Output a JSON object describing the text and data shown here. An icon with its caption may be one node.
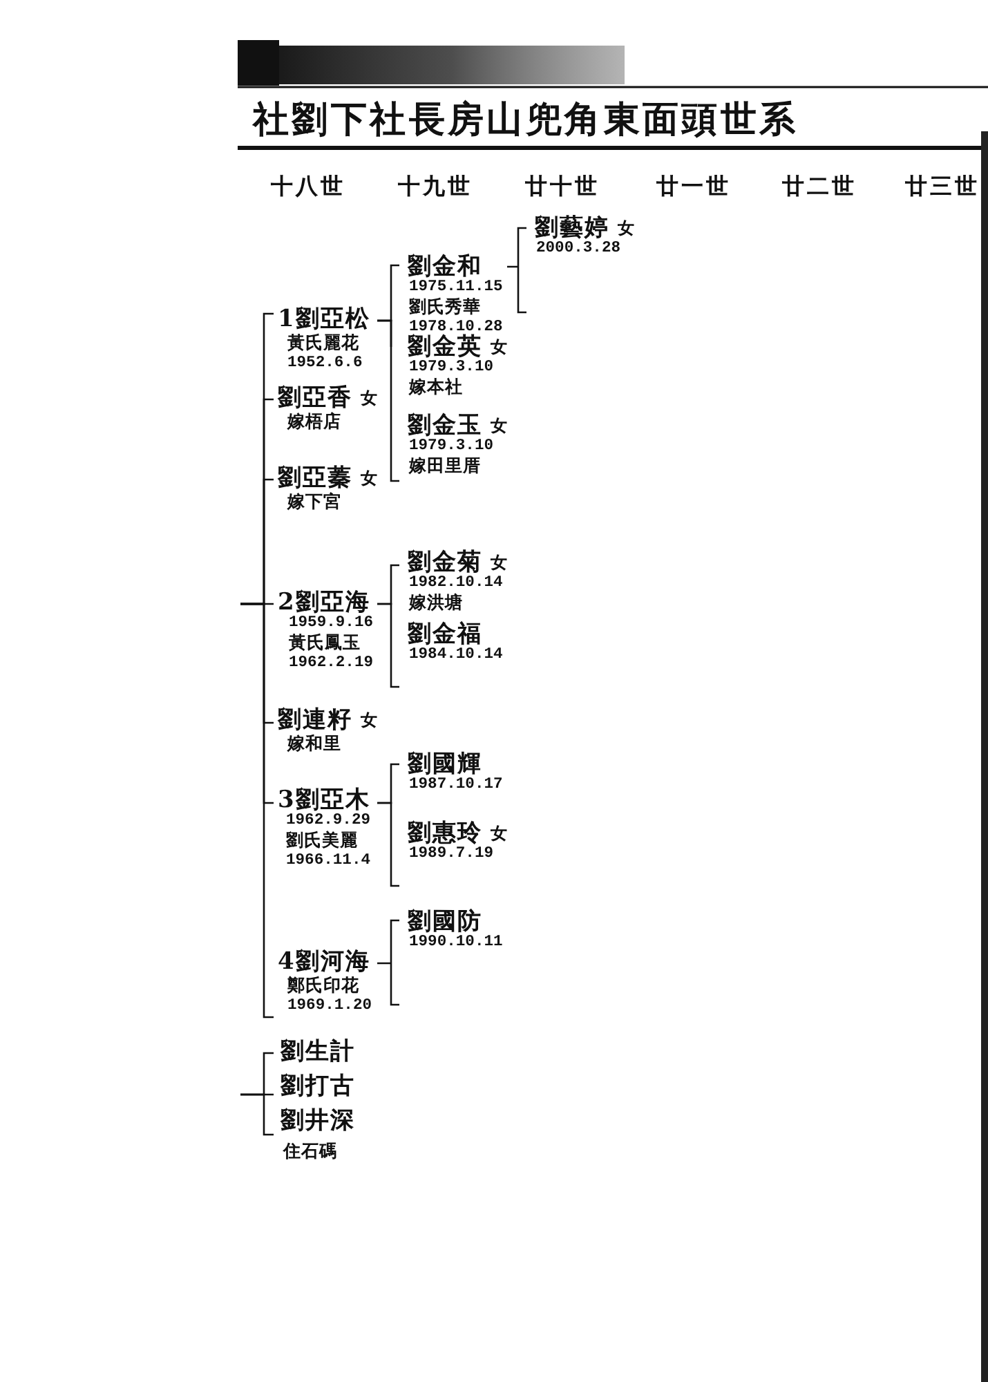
{
  "diagram": {
    "title": "社劉下社長房山兜角東面頭世系",
    "nodes": [
      {
        "text": [
          "1劉亞松",
          "黃氏麗花",
          "1952.6.6"
        ]
      },
      {
        "text": [
          "劉亞香",
          "嫁梧店"
        ],
        "beside": [
          "女"
        ]
      },
      {
        "text": [
          "劉亞蓁",
          "嫁下宮"
        ],
        "beside": [
          "女"
        ]
      },
      {
        "text": [
          "2劉亞海",
          "1959.9.16",
          "黃氏鳳玉",
          "1962.2.19"
        ]
      },
      {
        "text": [
          "劉連籽",
          "嫁和里"
        ],
        "beside": [
          "女"
        ]
      },
      {
        "text": [
          "3劉亞木",
          "1962.9.29",
          "劉氏美麗",
          "1966.11.4"
        ]
      },
      {
        "text": [
          "4劉河海",
          "鄭氏印花",
          "1969.1.20"
        ]
      },
      {
        "text": [
          "劉生計"
        ]
      },
      {
        "text": [
          "劉打古"
        ]
      },
      {
        "text": [
          "劉井深",
          "住石碼"
        ]
      },
      {
        "text": [
          "劉金和",
          "1975.11.15",
          "劉氏秀華",
          "1978.10.28"
        ]
      },
      {
        "text": [
          "劉金英",
          "1979.3.10",
          "嫁本社"
        ],
        "beside": [
          "女"
        ]
      },
      {
        "text": [
          "劉金玉",
          "1979.3.10",
          "嫁田里厝"
        ],
        "beside": [
          "女"
        ]
      },
      {
        "text": [
          "劉金菊",
          "1982.10.14",
          "嫁洪塘"
        ],
        "beside": [
          "女"
        ]
      },
      {
        "text": [
          "劉金福",
          "1984.10.14"
        ]
      },
      {
        "text": [
          "劉國輝",
          "1987.10.17"
        ]
      },
      {
        "text": [
          "劉惠玲",
          "1989.7.19"
        ],
        "beside": [
          "女"
        ]
      },
      {
        "text": [
          "劉國防",
          "1990.10.11"
        ]
      },
      {
        "text": [
          "劉藝婷",
          "2000.3.28"
        ],
        "beside": [
          "女"
        ]
      }
    ],
    "edges": [
      {
        "from": null,
        "to": 0,
        "arrow": "none"
      },
      {
        "from": null,
        "to": 1,
        "arrow": "none"
      },
      {
        "from": null,
        "to": 2,
        "arrow": "none"
      },
      {
        "from": null,
        "to": 3,
        "arrow": "none"
      },
      {
        "from": null,
        "to": 4,
        "arrow": "none"
      },
      {
        "from": null,
        "to": 5,
        "arrow": "none"
      },
      {
        "from": null,
        "to": 6,
        "arrow": "none"
      },
      {
        "from": null,
        "to": 7,
        "arrow": "none"
      },
      {
        "from": null,
        "to": 8,
        "arrow": "none"
      },
      {
        "from": null,
        "to": 9,
        "arrow": "none"
      },
      {
        "from": 0,
        "to": 10,
        "arrow": "none"
      },
      {
        "from": 0,
        "to": 11,
        "arrow": "none"
      },
      {
        "from": 0,
        "to": 12,
        "arrow": "none"
      },
      {
        "from": 3,
        "to": 13,
        "arrow": "none"
      },
      {
        "from": 3,
        "to": 14,
        "arrow": "none"
      },
      {
        "from": 5,
        "to": 15,
        "arrow": "none"
      },
      {
        "from": 5,
        "to": 16,
        "arrow": "none"
      },
      {
        "from": 6,
        "to": 17,
        "arrow": "none"
      },
      {
        "from": 10,
        "to": 18,
        "arrow": "none"
      }
    ],
    "labels": [
      "十八世",
      "十九世",
      "廿十世",
      "廿一世",
      "廿二世",
      "廿三世"
    ]
  }
}
